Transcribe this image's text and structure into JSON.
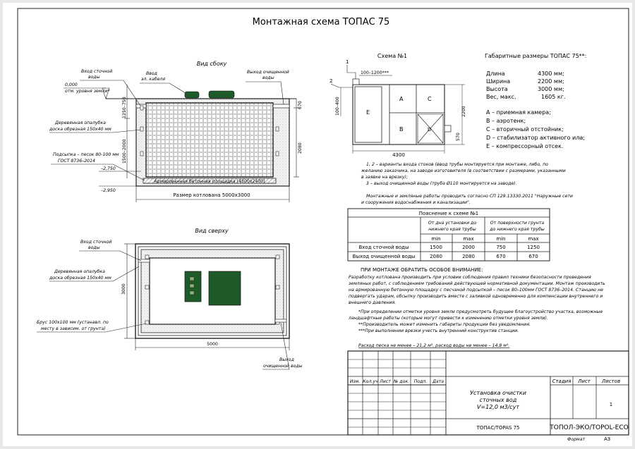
{
  "title": "Монтажная схема ТОПАС 75",
  "side_view": {
    "heading": "Вид сбоку",
    "labels": {
      "inlet": [
        "Вход сточной",
        "воды"
      ],
      "power": [
        "Ввод",
        "эл. кабеля"
      ],
      "outlet": [
        "Выход очищенной",
        "воды"
      ],
      "ground_level": [
        "0,000",
        "отм. уровня земли*"
      ],
      "formwork": [
        "Деревянная опалубка",
        "доска обрезная 150х40 мм"
      ],
      "sand": [
        "Подсыпка – песок 80-100 мм",
        "ГОСТ 8736–2014"
      ],
      "level_1": "–2,750",
      "level_2": "–2,950",
      "slab": "Армированная бетонная площадка (4500х2400)",
      "pit_size": "Размер котлована 5000х3000"
    },
    "dims": {
      "top": "1250–750",
      "mid": "1500–2000",
      "right_top": "670",
      "right_full": "2080"
    }
  },
  "top_view": {
    "heading": "Вид сверху",
    "labels": {
      "inlet": [
        "Вход сточной",
        "воды"
      ],
      "formwork": [
        "Деревянная опалубка",
        "доска обрезная 150х40 мм"
      ],
      "beam": [
        "Брус 100х100 мм (устанавл. по",
        "месту в зависим. от грунта)"
      ],
      "outlet": [
        "Выход",
        "очищенной воды"
      ]
    },
    "dims": {
      "height": "3000",
      "width": "5000"
    }
  },
  "scheme": {
    "heading": "Схема №1",
    "labels": {
      "n1": "1",
      "n2": "2",
      "inlet_dim": "100–1200***",
      "left_dim": "100–400",
      "right_dim": "2200",
      "outlet_dim": "570",
      "length": "4300"
    },
    "chambers": {
      "A": "A",
      "B": "B",
      "C": "C",
      "D": "D",
      "E": "E"
    }
  },
  "dimensions": {
    "title": "Габаритные размеры ТОПАС 75**:",
    "rows": [
      {
        "label": "Длина",
        "value": "4300 мм;"
      },
      {
        "label": "Ширина",
        "value": "2200 мм;"
      },
      {
        "label": "Высота",
        "value": "3000 мм;"
      },
      {
        "label": "Вес, макс.",
        "value": "1605 кг."
      }
    ]
  },
  "legend": [
    "A – приемная камера;",
    "B – аэротенк;",
    "C – вторичный отстойник;",
    "D – стабилизатор активного ила;",
    "E – компрессорный отсек."
  ],
  "notes": {
    "n1": [
      "1, 2 – варианты входа  стоков (ввод трубы монтируется при монтаже, либо, по",
      "желанию заказчика, на заводе изготовителя (в соответствии с размерами, указанными",
      "в заявке на врезку);"
    ],
    "n2": [
      "3 – выход очищенной воды (труба Ø110 монтируется на заводе)."
    ],
    "n3": [
      "Монтажные и земляные работы проводить согласно СП 129.13330.2011 \"Наружные сети",
      "и сооружения водоснабжения и канализации\"."
    ]
  },
  "table": {
    "title": "Пояснение к схеме №1",
    "group1": [
      "От дна установки до",
      "нижнего края трубы"
    ],
    "group2": [
      "От поверхности грунта",
      "до нижнего края трубы"
    ],
    "sub": [
      "min",
      "max",
      "min",
      "max"
    ],
    "rows": [
      {
        "label": "Вход сточной воды",
        "values": [
          "1500",
          "2000",
          "750",
          "1250"
        ]
      },
      {
        "label": "Выход очищенной воды",
        "values": [
          "2080",
          "2080",
          "670",
          "670"
        ]
      }
    ]
  },
  "attention": {
    "heading": "ПРИ МОНТАЖЕ ОБРАТИТЬ ОСОБОЕ ВНИМАНИЕ:",
    "p1": [
      "Разработку котлована производить при условии соблюдения правил техники безопасности проведения",
      "земляных работ, с соблюдением требований действующей нормативной документации.  Монтаж производить",
      "на армированную бетонную площадку с песчаной подсыпкой – песок 80–100мм ГОСТ 8736–2014. Станцию не",
      "подвергать ударам, обсыпку производить вместе с заливкой одновременно для компенсации внутреннего и",
      "внешнего давления."
    ],
    "p2": [
      "*При определении отметки уровня земли предусмотреть будущее благоустройство участка, возможные",
      "ландшафтные работы (которые могут привести к изменению отметки уровня земли).",
      "**Производитель может изменить габариты продукции без уведомления.",
      "***При выполнении врезки учесть внутренний конструктив станции."
    ],
    "consumption": "Расход песка не менее – 21,2 м³, расход воды не менее – 14,8 м³."
  },
  "stamp": {
    "cols": [
      "Изм.",
      "Кол.уч",
      "Лист",
      "№ док.",
      "Подп.",
      "Дата"
    ],
    "name": [
      "Установка очистки",
      "сточных вод",
      "V=12,0 м3/сут"
    ],
    "stage": "Стадия",
    "sheet": "Лист",
    "sheets": "Листов",
    "sheets_value": "1",
    "model": "ТОПАС/TOPAS 75",
    "company": "ТОПОЛ-ЭКО/TOPOL-ECO",
    "format_label": "Формат",
    "format_value": "А3"
  }
}
